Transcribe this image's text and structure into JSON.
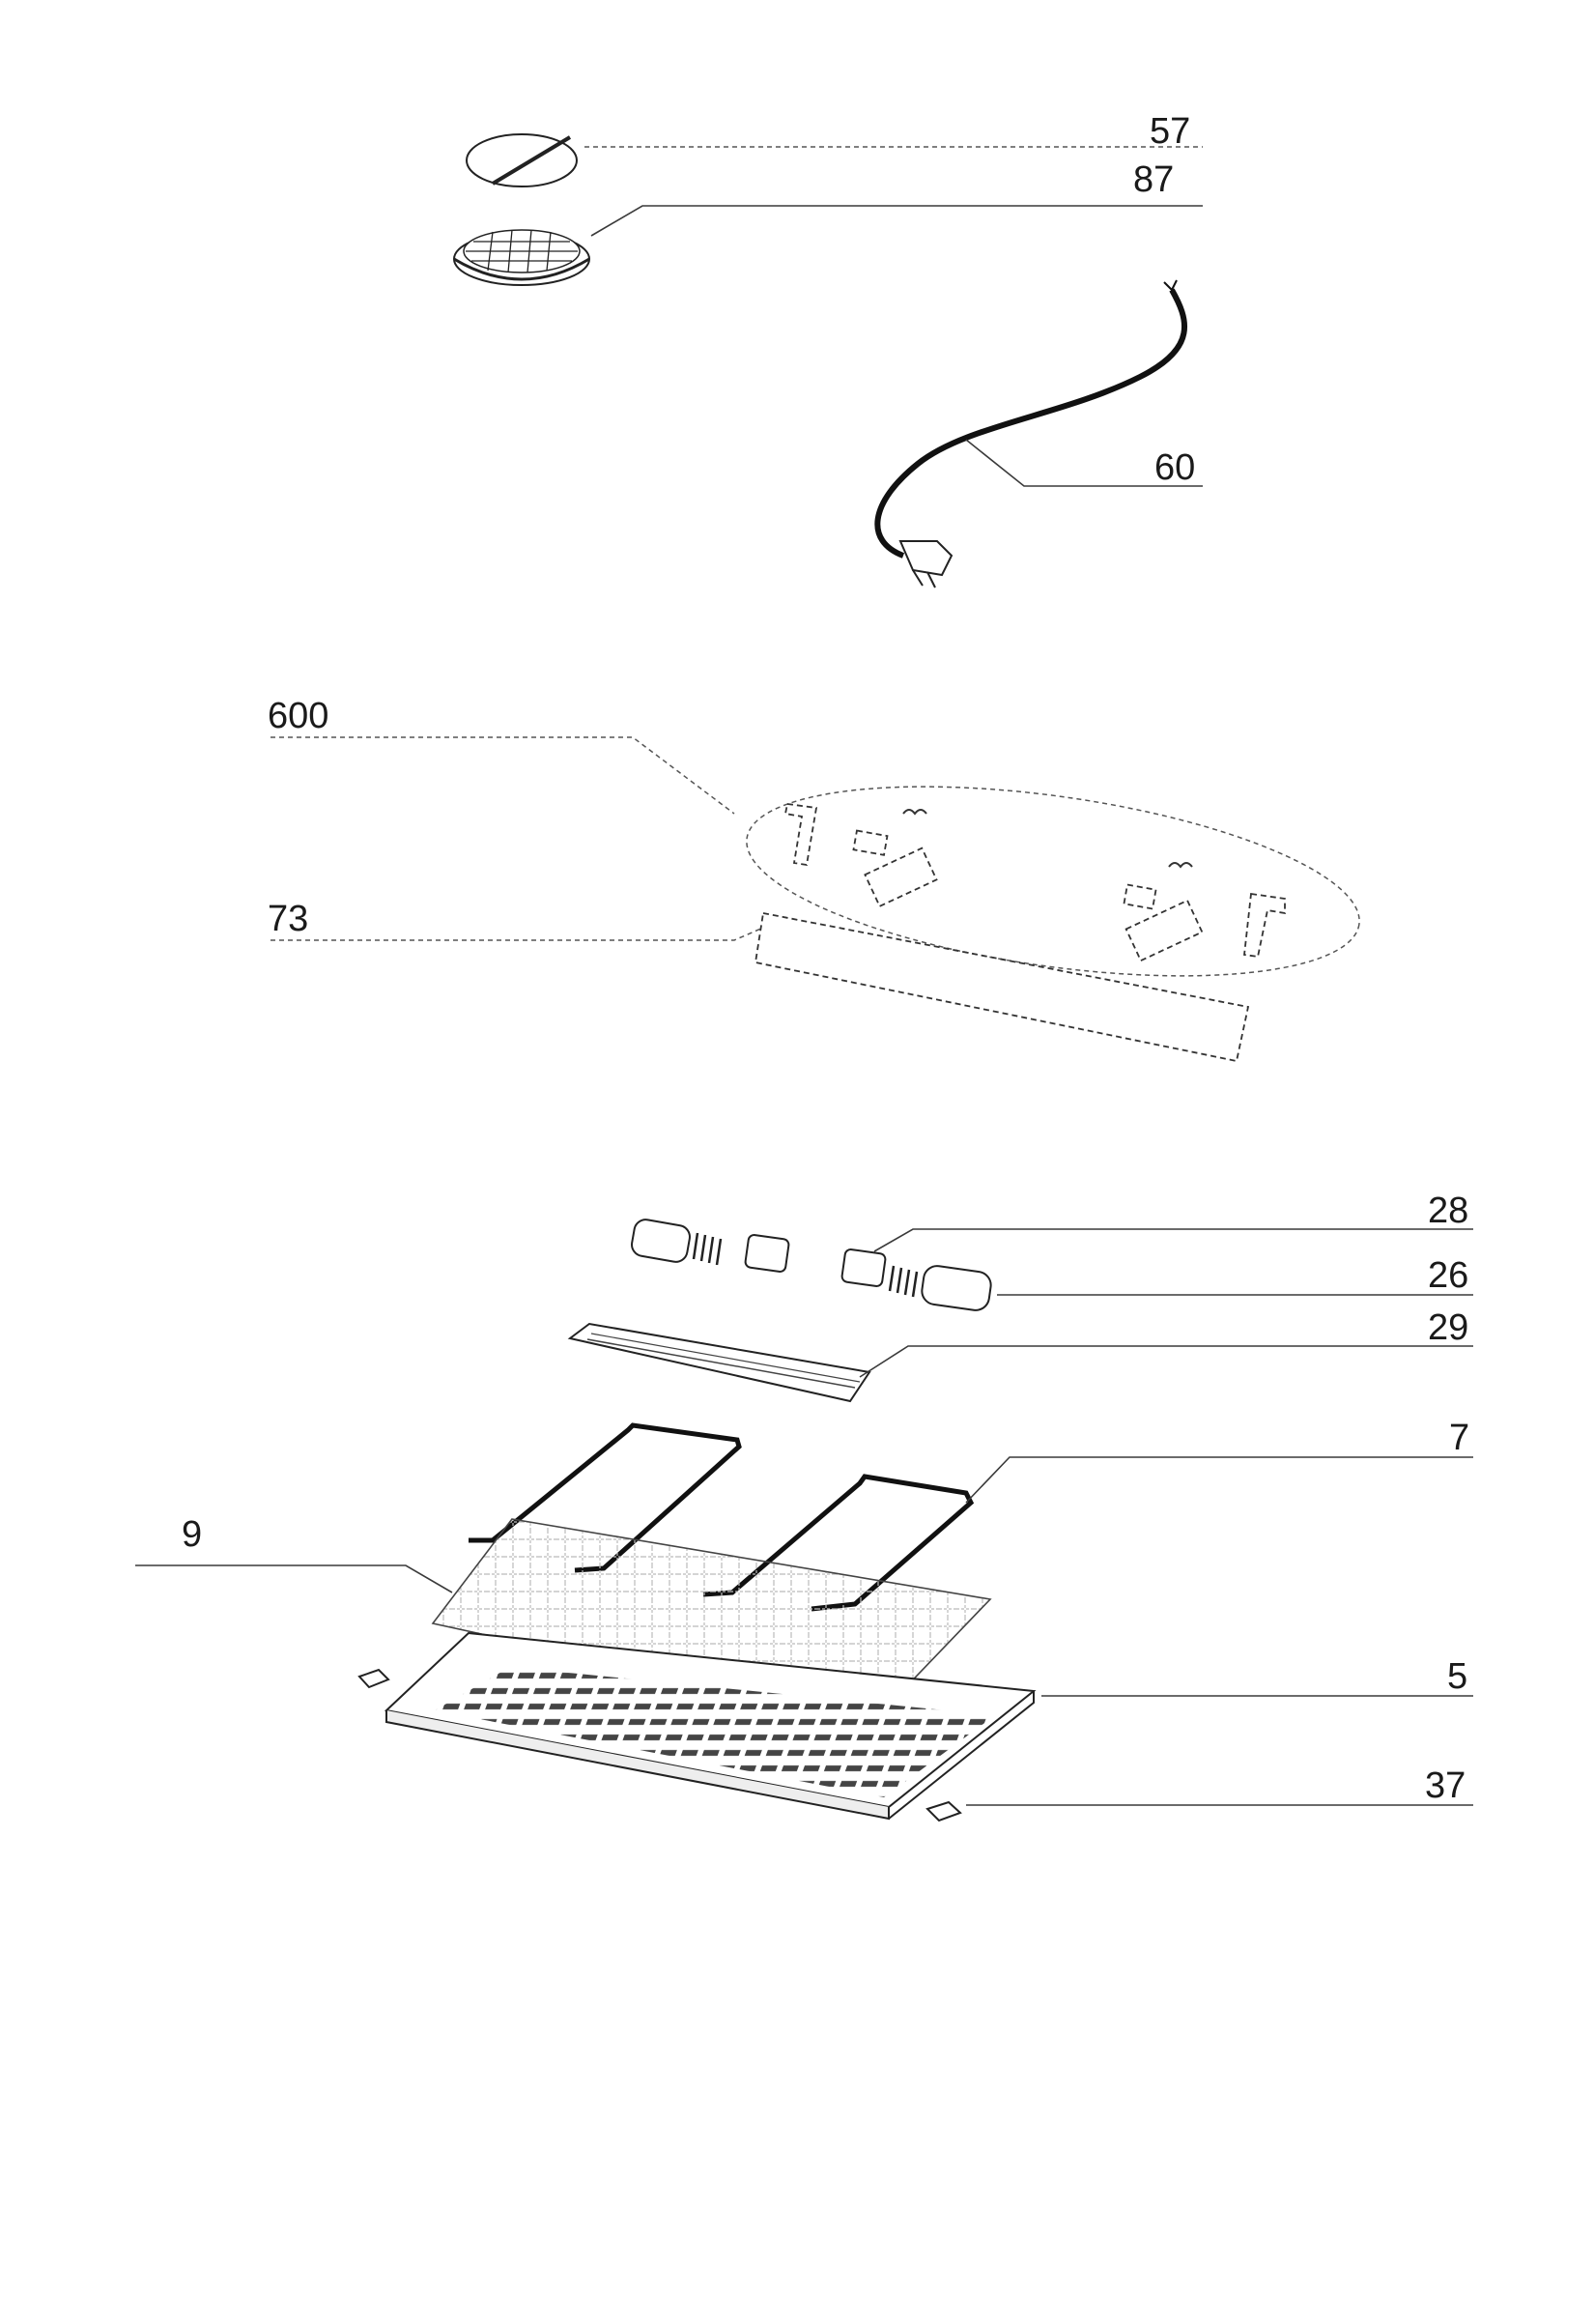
{
  "diagram": {
    "labels": {
      "p57": "57",
      "p87": "87",
      "p60": "60",
      "p600": "600",
      "p73": "73",
      "p28": "28",
      "p26": "26",
      "p29": "29",
      "p7": "7",
      "p9": "9",
      "p5": "5",
      "p37": "37"
    },
    "colors": {
      "line": "#3a3a3a",
      "background": "#ffffff"
    }
  }
}
